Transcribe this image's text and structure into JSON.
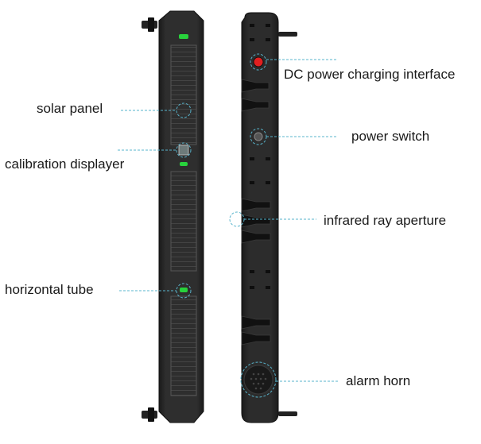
{
  "labels": {
    "solar_panel": "solar panel",
    "calibration_displayer": "calibration displayer",
    "horizontal_tube": "horizontal tube",
    "dc_power": "DC power charging interface",
    "power_switch": "power switch",
    "infrared_aperture": "infrared ray aperture",
    "alarm_horn": "alarm horn"
  },
  "colors": {
    "housing": "#2b2b2b",
    "housing_dark": "#1c1c1c",
    "solar_cell": "#3a3a3a",
    "led_green": "#28d23c",
    "dc_port_red": "#e02020",
    "leader_line": "#58b4cc",
    "text": "#1a1a1a"
  }
}
